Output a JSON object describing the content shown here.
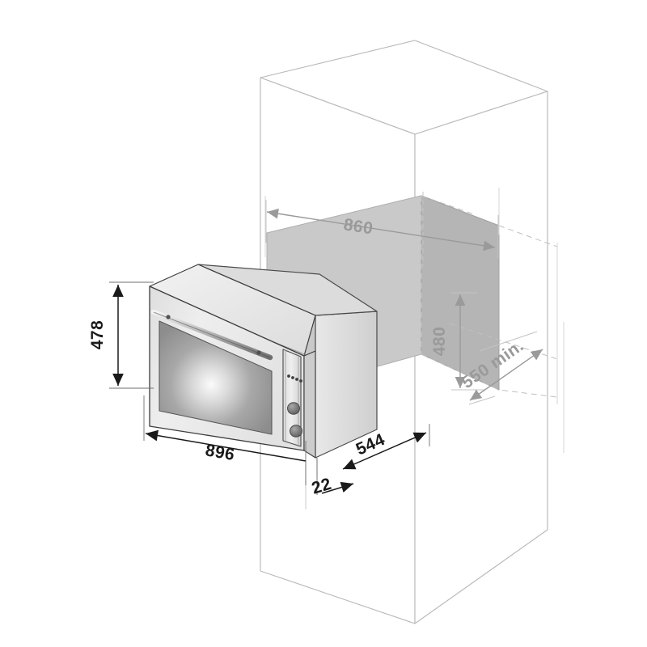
{
  "document": {
    "type": "technical-installation-drawing",
    "subject": "Built-in oven cabinet installation dimensions",
    "units": "mm",
    "background_color": "#ffffff"
  },
  "colors": {
    "outline_dark": "#2b2b2b",
    "outline_light": "#bfbfbf",
    "dimension_dark": "#1a1a1a",
    "dimension_grey": "#9a9a9a",
    "appliance_body": "#e4e4e4",
    "appliance_top": "#ececec",
    "appliance_side": "#d6d6d6",
    "glass_dark": "#8e8e8e",
    "glass_light": "#f2f2f2",
    "niche_front": "#b8b8b8",
    "niche_inner": "#cfcfcf",
    "knob_fill": "#7d7d7d"
  },
  "dimensions": {
    "appliance_height": {
      "value": "478",
      "position": "left",
      "orientation": "vertical",
      "color": "#1a1a1a",
      "description": "Oven front panel height"
    },
    "appliance_width": {
      "value": "896",
      "position": "bottom-left",
      "orientation": "iso-horizontal",
      "color": "#1a1a1a",
      "description": "Oven front panel width"
    },
    "appliance_depth": {
      "value": "544",
      "position": "bottom-right",
      "orientation": "iso-depth",
      "color": "#1a1a1a",
      "description": "Oven body depth behind front panel"
    },
    "panel_thickness": {
      "value": "22",
      "position": "bottom-center",
      "orientation": "iso-depth",
      "color": "#1a1a1a",
      "description": "Front panel / trim thickness"
    },
    "niche_width": {
      "value": "860",
      "position": "top-cabinet",
      "orientation": "iso-horizontal",
      "color": "#9a9a9a",
      "description": "Cabinet cut-out width"
    },
    "niche_height": {
      "value": "480",
      "position": "right-cabinet",
      "orientation": "vertical",
      "color": "#9a9a9a",
      "description": "Cabinet cut-out height"
    },
    "niche_depth": {
      "value": "550 min.",
      "position": "right-cabinet-depth",
      "orientation": "iso-depth",
      "color": "#9a9a9a",
      "description": "Minimum cabinet depth required"
    }
  },
  "appliance": {
    "name": "built-in-oven",
    "features": {
      "door_handle": "horizontal-bar-handle",
      "door_glass": "large-viewing-window",
      "control_panel": "right-side-vertical-panel",
      "indicator_lights_count": 4,
      "knobs_count": 2
    }
  },
  "cabinet": {
    "name": "tall-kitchen-cabinet",
    "niche": "recessed-opening-for-oven"
  }
}
